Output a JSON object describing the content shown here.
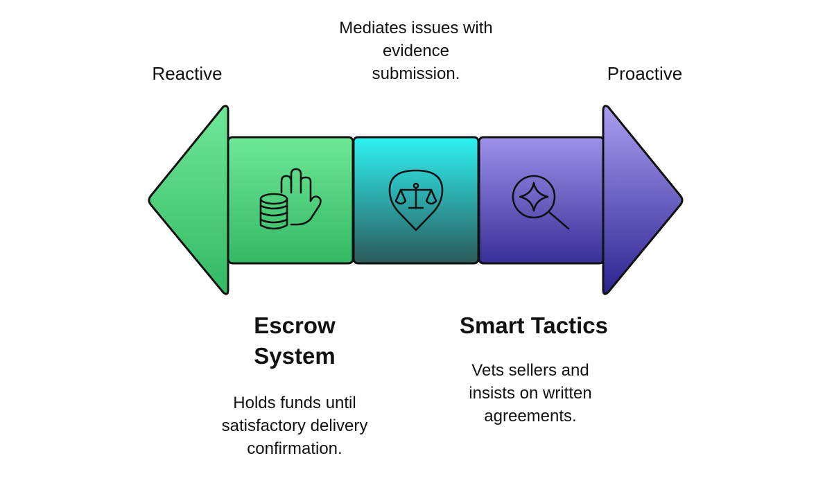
{
  "ends": {
    "left_label": "Reactive",
    "right_label": "Proactive"
  },
  "segments": [
    {
      "title": "Escrow\nSystem",
      "description": "Holds funds until\nsatisfactory delivery\nconfirmation.",
      "icon": "hand-coins-icon",
      "color_top": "#5ee38a",
      "color_bottom": "#34b863"
    },
    {
      "title": "",
      "description": "Mediates issues with\nevidence\nsubmission.",
      "icon": "balance-scale-pin-icon",
      "color_top": "#2ef0f0",
      "color_bottom": "#2a5e5e"
    },
    {
      "title": "Smart Tactics",
      "description": "Vets sellers and\ninsists on written\nagreements.",
      "icon": "magnify-sparkle-icon",
      "color_top": "#9a8de8",
      "color_bottom": "#3b2f99"
    }
  ],
  "colors": {
    "stroke": "#111111",
    "left_arrow_top": "#6ee897",
    "left_arrow_bottom": "#34b863",
    "right_arrow_top": "#a99cf0",
    "right_arrow_bottom": "#2c2390"
  }
}
